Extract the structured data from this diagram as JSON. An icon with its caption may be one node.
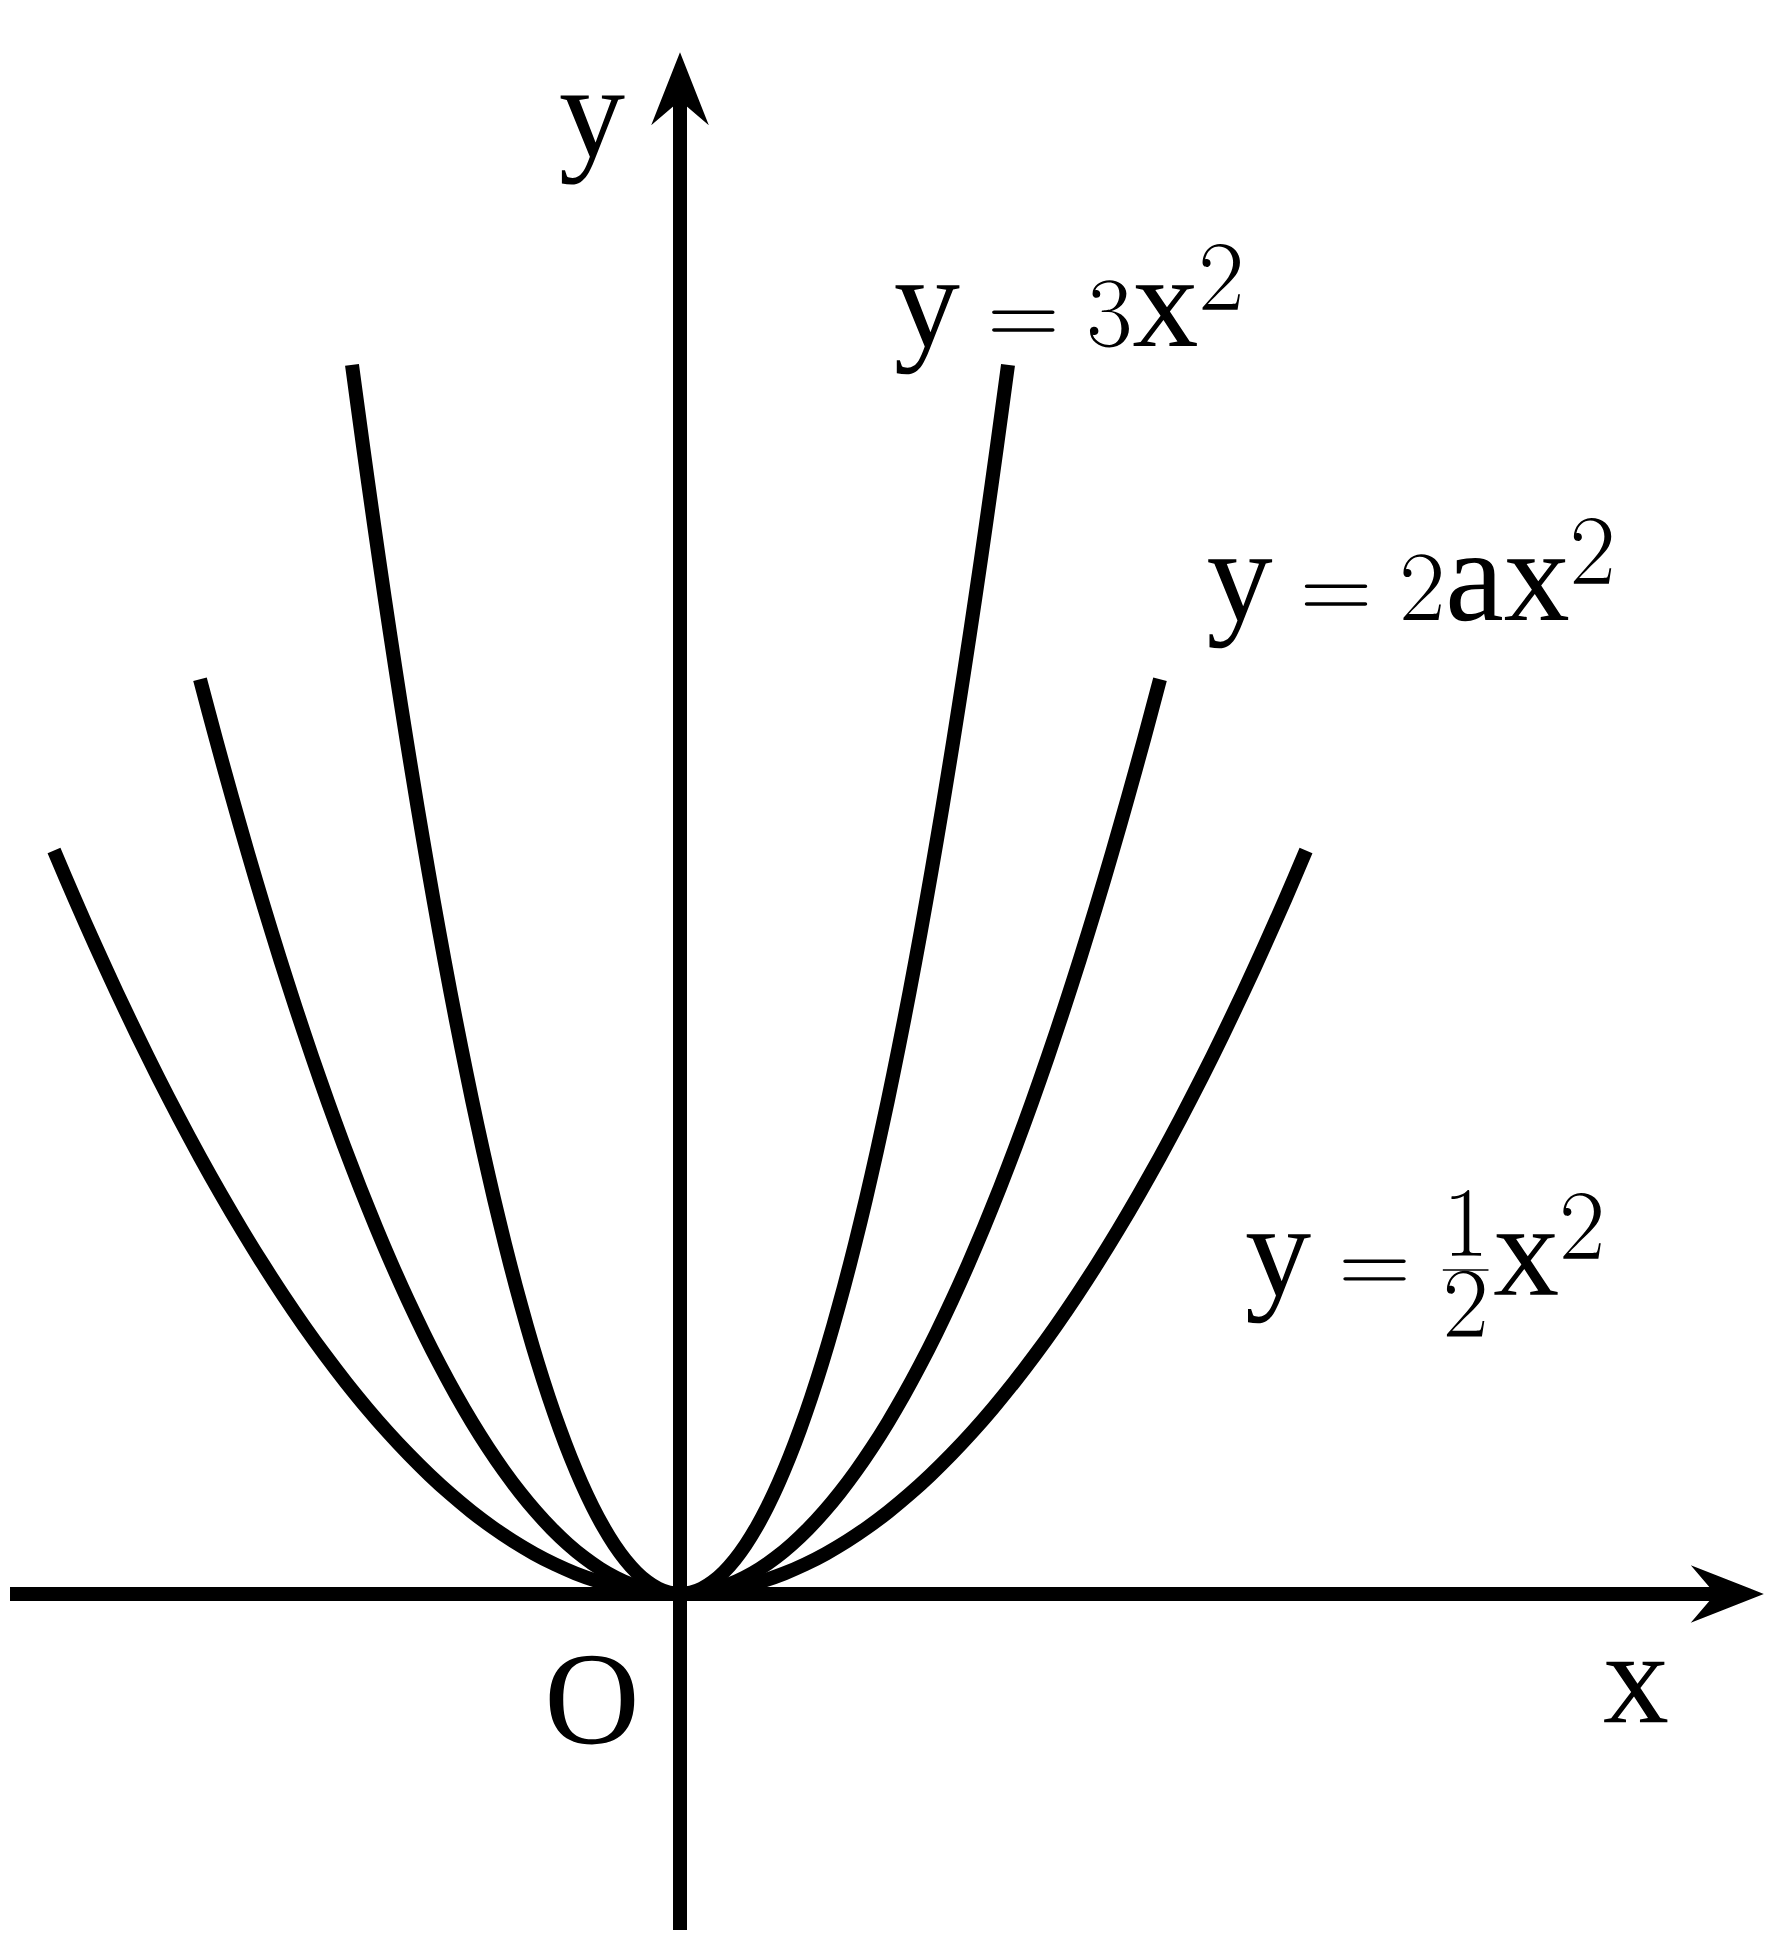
{
  "diagram": {
    "labels": [
      "y",
      "y=3x^2",
      "y=2ax^2",
      "y=\\frac{1}{2}x^2",
      "O",
      "x"
    ]
  }
}
